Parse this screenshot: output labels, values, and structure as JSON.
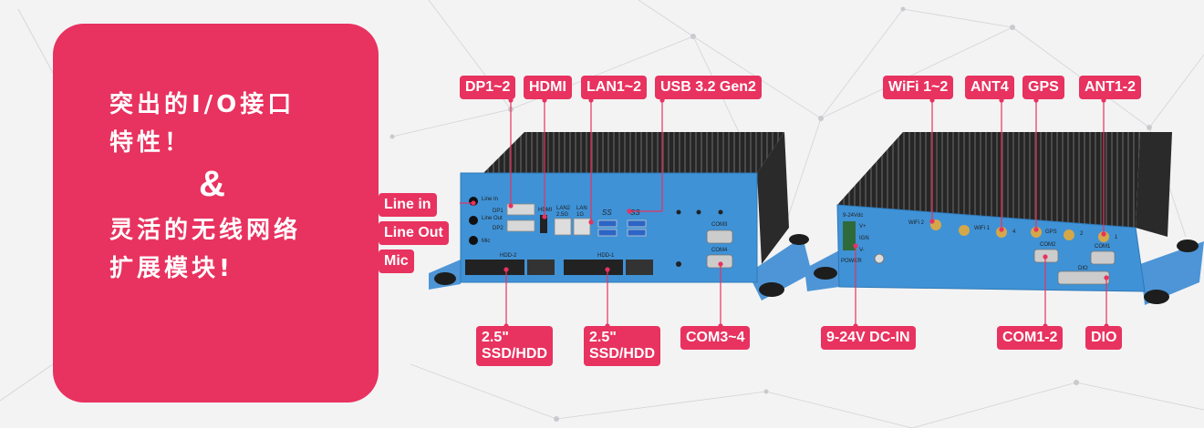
{
  "promo": {
    "line1": "突出的I/O接口",
    "line2": "特性！",
    "ampersand": "&",
    "line3": "灵活的无线网络",
    "line4": "扩展模块!"
  },
  "front_panel": {
    "callouts": {
      "dp": "DP1~2",
      "hdmi": "HDMI",
      "lan": "LAN1~2",
      "usb": "USB 3.2 Gen2",
      "line_in": "Line in",
      "line_out": "Line Out",
      "mic": "Mic",
      "ssd1_a": "2.5\"",
      "ssd1_b": "SSD/HDD",
      "ssd2_a": "2.5\"",
      "ssd2_b": "SSD/HDD",
      "com34": "COM3~4"
    },
    "printed": {
      "line_in": "Line In",
      "line_out": "Line Out",
      "mic": "Mic",
      "dp1": "DP1",
      "dp2": "DP2",
      "hdmi": "HDMI",
      "lan2": "LAN2",
      "lan2_speed": "2.5G",
      "lan1": "LAN",
      "lan1_speed": "1G",
      "ss1": "SS",
      "ss2": "SS",
      "com3": "COM3",
      "com4": "COM4",
      "hdd2": "HDD-2",
      "hdd1": "HDD-1"
    }
  },
  "rear_panel": {
    "callouts": {
      "wifi": "WiFi 1~2",
      "ant4": "ANT4",
      "gps": "GPS",
      "ant12": "ANT1-2",
      "dcin": "9-24V DC-IN",
      "com12": "COM1-2",
      "dio": "DIO"
    },
    "printed": {
      "vdc": "9-24Vdc",
      "vplus": "V+",
      "ign": "IGN",
      "vminus": "V-",
      "power": "POWER",
      "wifi2": "WiFi 2",
      "wifi1": "WiFi 1",
      "n4": "4",
      "gps": "GPS",
      "n2": "2",
      "n1": "1",
      "com2": "COM2",
      "com1": "COM1",
      "dio": "DIO"
    }
  },
  "colors": {
    "accent": "#e8325f",
    "chassis_blue": "#3f92d6",
    "heatsink": "#1e1e1e"
  }
}
